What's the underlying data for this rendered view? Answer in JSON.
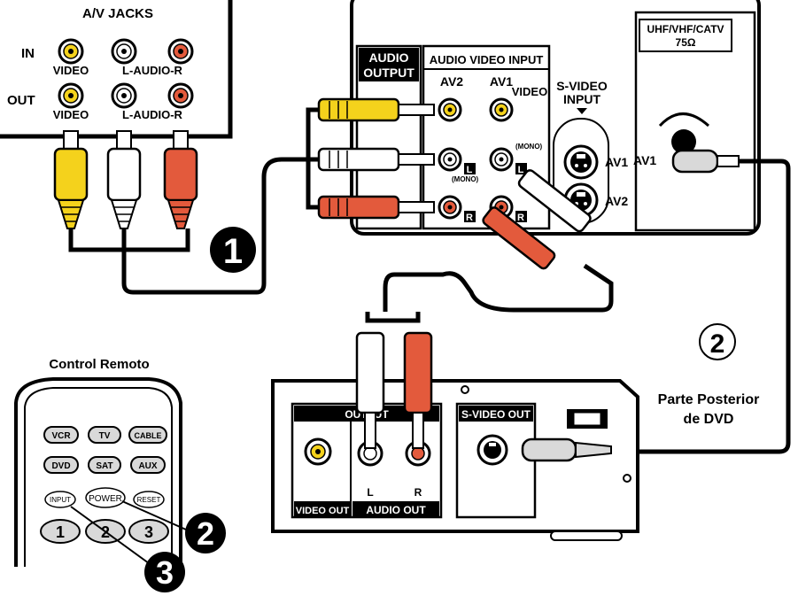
{
  "av_jacks_panel": {
    "title": "A/V JACKS",
    "in_label": "IN",
    "out_label": "OUT",
    "video_label_in": "VIDEO",
    "audio_label_in": "L-AUDIO-R",
    "video_label_out": "VIDEO",
    "audio_label_out": "L-AUDIO-R"
  },
  "tv_back": {
    "audio_output_line1": "AUDIO",
    "audio_output_line2": "OUTPUT",
    "audio_video_input": "AUDIO  VIDEO  INPUT",
    "av2": "AV2",
    "av1": "AV1",
    "video": "VIDEO",
    "mono": "(MONO)",
    "mono2": "(MONO)",
    "l_mark": "L",
    "r_mark": "R",
    "l_mark2": "L",
    "r_mark2": "R",
    "svideo_input_line1": "S-VIDEO",
    "svideo_input_line2": "INPUT",
    "svideo_av1": "AV1",
    "svideo_av2": "AV2",
    "antenna_line1": "UHF/VHF/CATV",
    "antenna_line2": "75Ω",
    "rf_av1": "AV1"
  },
  "dvd_back": {
    "audio_out_header": "OUTPUT",
    "svideo_out": "S-VIDEO OUT",
    "video_out": "VIDEO OUT",
    "audio_out": "AUDIO OUT",
    "l": "L",
    "r": "R",
    "caption_line1": "Parte Posterior",
    "caption_line2": "de DVD"
  },
  "remote": {
    "title": "Control Remoto",
    "row1": [
      "VCR",
      "TV",
      "CABLE"
    ],
    "row2": [
      "DVD",
      "SAT",
      "AUX"
    ],
    "row3": [
      "INPUT",
      "POWER",
      "RESET"
    ],
    "row4": [
      "1",
      "2",
      "3"
    ]
  },
  "steps": {
    "step1": "1",
    "step2": "2",
    "step3": "3",
    "circled2": "2"
  },
  "colors": {
    "yellow": "#f4d21c",
    "red": "#e35a3c",
    "white": "#ffffff",
    "gray": "#d9d9d9",
    "black": "#000000"
  }
}
